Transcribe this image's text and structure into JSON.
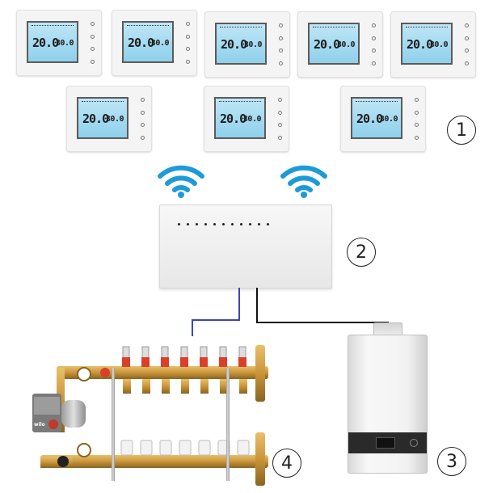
{
  "thermostats": [
    {
      "temp": "20.0",
      "set": "30.0"
    },
    {
      "temp": "20.0",
      "set": "30.0"
    },
    {
      "temp": "20.0",
      "set": "30.0"
    },
    {
      "temp": "20.0",
      "set": "30.0"
    },
    {
      "temp": "20.0",
      "set": "30.0"
    },
    {
      "temp": "20.0",
      "set": "30.0"
    },
    {
      "temp": "20.0",
      "set": "30.0"
    },
    {
      "temp": "20.0",
      "set": "30.0"
    }
  ],
  "labels": {
    "one": "1",
    "two": "2",
    "three": "3",
    "four": "4"
  },
  "pump_brand": "wilo",
  "colors": {
    "wifi": "#1d9bd9",
    "wire_blue": "#3b45b5",
    "wire_black": "#111111",
    "brass": "#c9953a",
    "pump_red": "#c0392b",
    "pipe_red": "#d9402a"
  },
  "icons": [
    "wifi-icon",
    "thermostat-icon",
    "receiver-hub-icon",
    "boiler-icon",
    "manifold-icon"
  ]
}
